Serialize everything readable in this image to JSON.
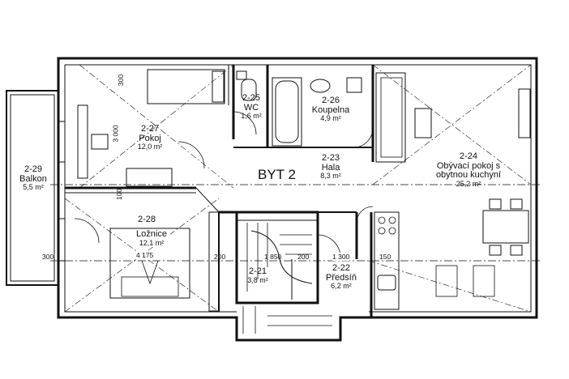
{
  "plan": {
    "title": "BYT 2",
    "rooms": [
      {
        "id": "r-2-29",
        "code": "2-29",
        "name": "Balkon",
        "area": "5,5 m²"
      },
      {
        "id": "r-2-27",
        "code": "2-27",
        "name": "Pokoj",
        "area": "12,0 m²"
      },
      {
        "id": "r-2-25",
        "code": "2-25",
        "name": "WC",
        "area": "1,6 m²"
      },
      {
        "id": "r-2-26",
        "code": "2-26",
        "name": "Koupelna",
        "area": "4,9 m²"
      },
      {
        "id": "r-2-23",
        "code": "2-23",
        "name": "Hala",
        "area": "8,3 m²"
      },
      {
        "id": "r-2-24",
        "code": "2-24",
        "name": "Obývací pokoj s obytnou kuchyní",
        "area": "25,2 m²"
      },
      {
        "id": "r-2-28",
        "code": "2-28",
        "name": "Ložnice",
        "area": "12,1 m²"
      },
      {
        "id": "r-2-21",
        "code": "2-21",
        "name": "",
        "area": "3,8 m²"
      },
      {
        "id": "r-2-22",
        "code": "2-22",
        "name": "Předsíň",
        "area": "6,2 m²"
      }
    ],
    "dimensions": {
      "d300_top": "300",
      "d3000": "3 000",
      "d100": "100",
      "d4175": "4 175",
      "d300_left": "300",
      "d200_a": "200",
      "d1850": "1 850",
      "d200_b": "200",
      "d1300": "1 300",
      "d150": "150"
    }
  }
}
